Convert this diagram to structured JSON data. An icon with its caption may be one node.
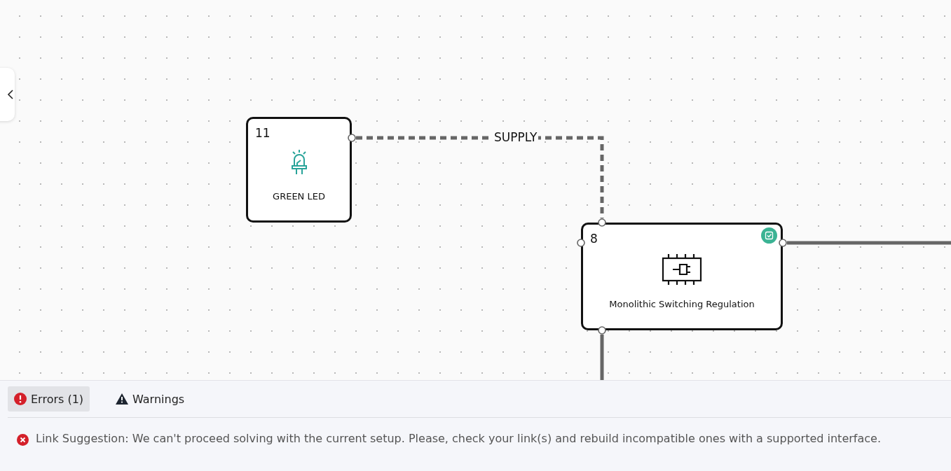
{
  "diagram": {
    "nodes": [
      {
        "text": [
          "11",
          "GREEN LED"
        ]
      },
      {
        "text": [
          "8",
          "Monolithic Switching Regulation"
        ]
      }
    ],
    "edges": [
      {
        "from": 0,
        "to": 1,
        "arrow": "none",
        "label": "SUPPLY",
        "style": "dashed"
      },
      {
        "from": 1,
        "to": null,
        "arrow": "none"
      },
      {
        "from": 1,
        "to": null,
        "arrow": "none"
      }
    ],
    "labels": [
      "Errors (1)",
      "Warnings",
      "Link Suggestion: We can't proceed solving with the current setup. Please, check your link(s) and rebuild incompatible ones with a supported interface."
    ]
  }
}
